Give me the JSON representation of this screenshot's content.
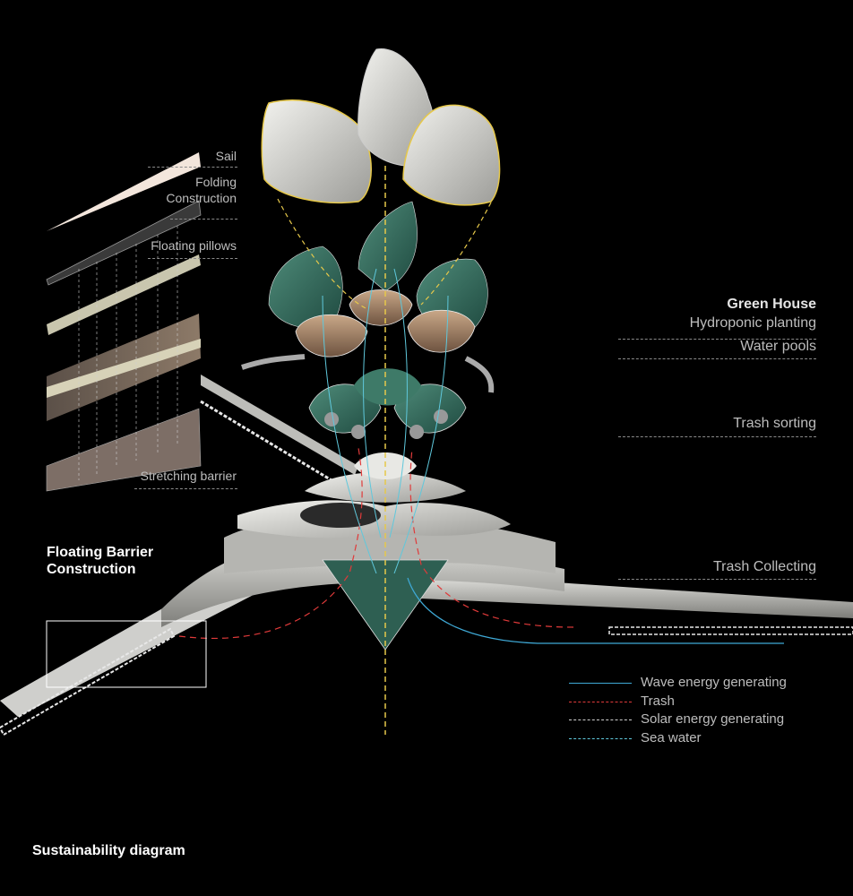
{
  "title": "Sustainability diagram",
  "left_section": {
    "heading_line1": "Floating Barrier",
    "heading_line2": "Construction",
    "layers": [
      "Sail",
      "Folding",
      "Construction",
      "Floating pillows",
      "Stretching barrier"
    ]
  },
  "right_section": {
    "heading": "Green House",
    "items": [
      "Hydroponic planting",
      "Water pools",
      "Trash sorting",
      "Trash Collecting"
    ]
  },
  "legend": [
    {
      "label": "Wave energy generating",
      "color": "#3fa9d6",
      "style": "solid"
    },
    {
      "label": "Trash",
      "color": "#e03a3a",
      "style": "dashed"
    },
    {
      "label": "Solar energy generating",
      "color": "#d0d0d0",
      "style": "dashed"
    },
    {
      "label": "Sea water",
      "color": "#5fc8dc",
      "style": "dashed"
    }
  ],
  "colors": {
    "background": "#000000",
    "shell": "#d9d9d6",
    "greenhouse": "#2f6b5c",
    "wood": "#8a6a50",
    "axis": "#e6c84a"
  }
}
